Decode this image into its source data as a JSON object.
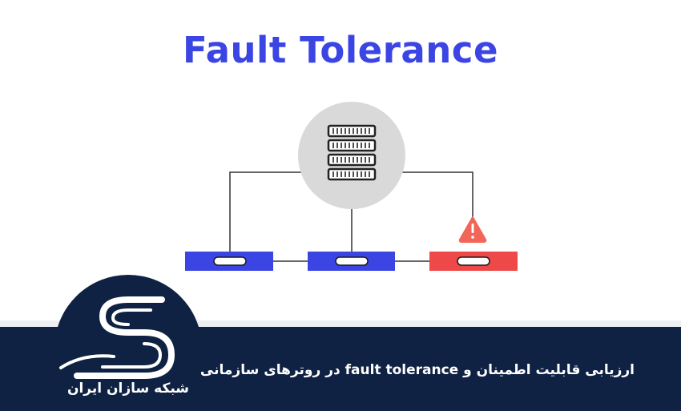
{
  "title": "Fault Tolerance",
  "brand": {
    "name": "شبکه سازان ایران"
  },
  "caption": "ارزیابی قابلیت اطمینان و fault tolerance در روترهای سازمانی",
  "colors": {
    "title": "#3b45e3",
    "node_ok": "#3b45e3",
    "node_fault": "#ee4848",
    "warning": "#f26659",
    "server_circle": "#d9d9d9",
    "footer": "#0f2243",
    "line": "#333333"
  },
  "icons": {
    "server": "server-rack-icon",
    "warning": "warning-triangle-icon",
    "logo": "letter-s-logo-icon"
  },
  "diagram": {
    "nodes": [
      {
        "id": "node-1",
        "status": "ok"
      },
      {
        "id": "node-2",
        "status": "ok"
      },
      {
        "id": "node-3",
        "status": "fault"
      }
    ]
  }
}
